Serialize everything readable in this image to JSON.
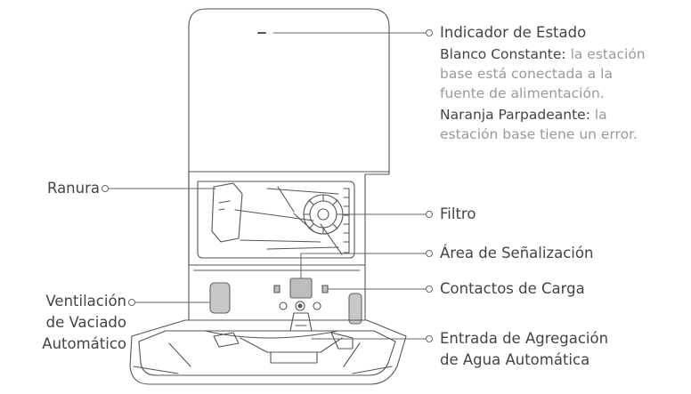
{
  "labels": {
    "status_indicator": "Indicador de Estado",
    "slot": "Ranura",
    "filter": "Filtro",
    "signal_area": "Área de Señalización",
    "charging_contacts": "Contactos de Carga",
    "vent_line1": "Ventilación",
    "vent_line2": "de Vaciado",
    "vent_line3": "Automático",
    "water_line1": "Entrada de Agregación",
    "water_line2": "de Agua Automática"
  },
  "status_desc": {
    "white_label": "Blanco Constante:",
    "white_text_1": " la estación",
    "white_text_2": "base está conectada a la",
    "white_text_3": "fuente de alimentación.",
    "orange_label": "Naranja Parpadeante:",
    "orange_text_1": " la",
    "orange_text_2": "estación base tiene un error."
  }
}
